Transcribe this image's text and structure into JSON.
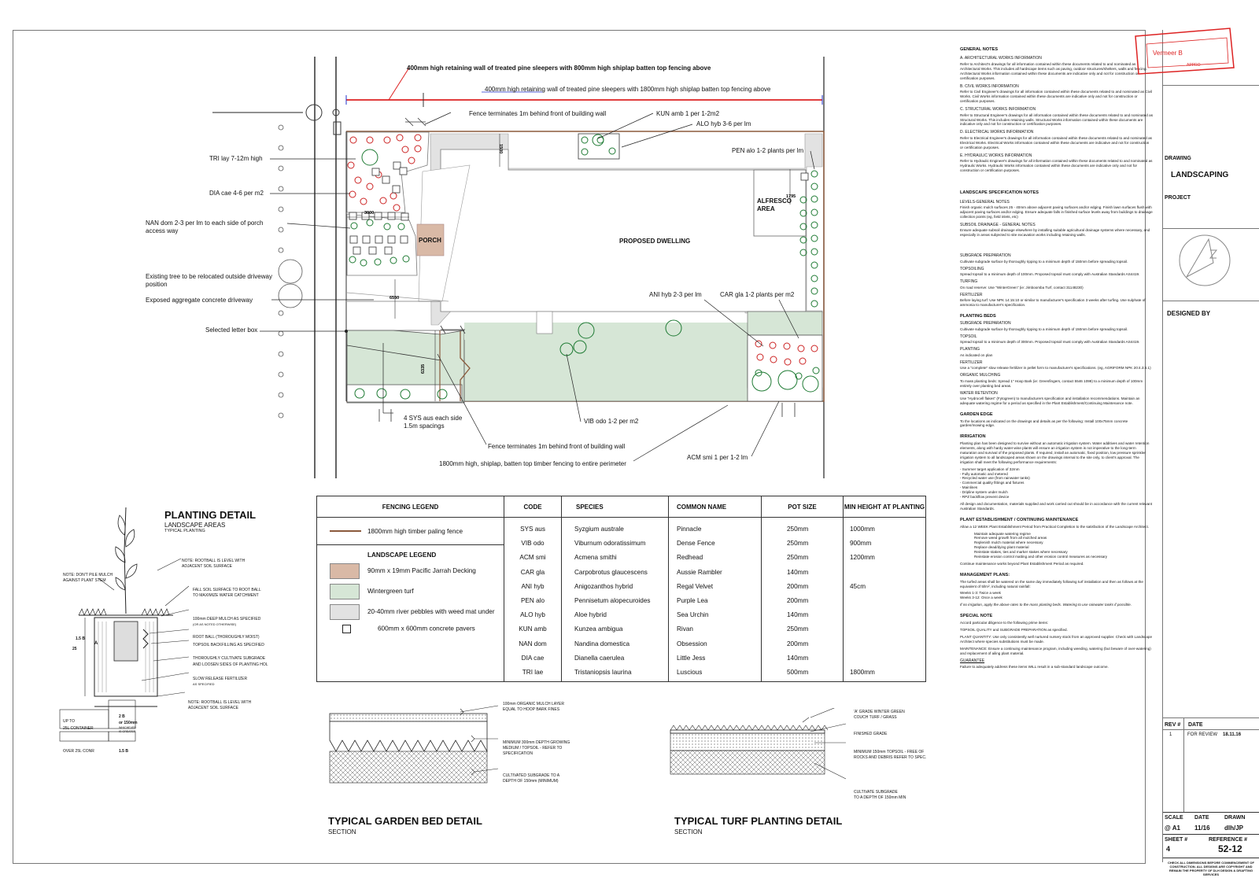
{
  "plan": {
    "top_labels": {
      "retaining_red": "400mm high retaining wall of treated pine sleepers with 800mm high shiplap batten top fencing above",
      "retaining_blue": "400mm high retaining wall of treated pine sleepers with 1800mm high shiplap batten top fencing above",
      "fence_terminates_top": "Fence terminates 1m behind front of building wall",
      "kun": "KUN amb 1 per 1-2m2",
      "alo": "ALO hyb 3-6 per lm",
      "pen": "PEN alo 1-2 plants per lm"
    },
    "left_labels": {
      "tri": "TRI lay 7-12m high",
      "dia": "DIA cae 4-6 per m2",
      "nan_1": "NAN dom 2-3 per lm to each side of porch",
      "nan_2": "access way",
      "tree_1": "Existing tree to be relocated outside driveway",
      "tree_2": "position",
      "driveway": "Exposed aggregate concrete driveway",
      "letterbox": "Selected letter box"
    },
    "inner_labels": {
      "porch": "PORCH",
      "alfresco_1": "ALFRESCO",
      "alfresco_2": "AREA",
      "dwelling": "PROPOSED DWELLING",
      "ani": "ANI hyb 2-3 per lm",
      "car": "CAR gla 1-2 plants per m2",
      "dim_3000": "3000",
      "dim_1500": "1500",
      "dim_1795": "1795",
      "dim_6550": "6550",
      "dim_6335": "6335"
    },
    "bottom_labels": {
      "sys_1": "4 SYS aus each side",
      "sys_2": "1.5m spacings",
      "vib": "VIB odo 1-2 per m2",
      "fence_terminates_bottom": "Fence terminates 1m behind front of building wall",
      "perimeter": "1800mm high, shiplap, batten top timber fencing to entire perimeter",
      "acm": "ACM smi 1 per 1-2 lm"
    }
  },
  "planting_detail": {
    "title": "PLANTING DETAIL",
    "subtitle": "LANDSCAPE AREAS",
    "subtitle2": "TYPICAL PLANTING",
    "notes": [
      "NOTE: ROOTBALL IS LEVEL WITH",
      "ADJACENT SOIL SURFACE",
      "NOTE: DON'T PILE MULCH",
      "AGAINST PLANT STEM",
      "FALL SOIL SURFACE TO ROOT BALL",
      "TO MAXIMIZE WATER CATCHMENT",
      "100mm DEEP MULCH AS SPECIFIED",
      "(OR AS NOTED OTHERWISE)",
      "ROOT BALL (THOROUGHLY MOIST)",
      "TOPSOIL BACKFILLING AS SPECIFIED",
      "THOROUGHLY CULTIVATE SUBGRADE",
      "AND LOOSEN SIDES OF PLANTING HOL",
      "SLOW RELEASE FERTILIZER",
      "AS SPECIFIED",
      "NOTE: ROOTBALL IS LEVEL WITH",
      "ADJACENT SOIL SURFACE"
    ],
    "dims": [
      "1.5 B",
      "25",
      "A",
      "2 B",
      "or 150mm",
      "WHICHEVER",
      "IS GREATER",
      "UP TO",
      "25L CONTAINER",
      "OVER 25L CONR",
      "1.5 B"
    ]
  },
  "legend": {
    "fencing_title": "FENCING LEGEND",
    "fencing_item": "1800mm high timber paling fence",
    "landscape_title": "LANDSCAPE LEGEND",
    "landscape_items": [
      {
        "label": "90mm x 19mm Pacific Jarrah Decking",
        "color": "#d9b9a6"
      },
      {
        "label": "Wintergreen turf",
        "color": "#d6e6d6"
      },
      {
        "label": "20-40mm river pebbles with weed mat under",
        "color": "#e2e2e2"
      },
      {
        "label": "600mm x 600mm concrete pavers",
        "color": "#ffffff"
      }
    ],
    "headers": [
      "CODE",
      "SPECIES",
      "COMMON NAME",
      "POT SIZE",
      "MIN HEIGHT AT PLANTING"
    ],
    "rows": [
      [
        "SYS aus",
        "Syzgium australe",
        "Pinnacle",
        "250mm",
        "1000mm"
      ],
      [
        "VIB odo",
        "Viburnum odoratissimum",
        "Dense Fence",
        "250mm",
        "900mm"
      ],
      [
        "ACM smi",
        "Acmena smithi",
        "Redhead",
        "250mm",
        "1200mm"
      ],
      [
        "CAR gla",
        "Carpobrotus glaucescens",
        "Aussie Rambler",
        "140mm",
        ""
      ],
      [
        "ANI hyb",
        "Anigozanthos hybrid",
        "Regal Velvet",
        "200mm",
        "45cm"
      ],
      [
        "PEN alo",
        "Pennisetum alopecuroides",
        "Purple Lea",
        "200mm",
        ""
      ],
      [
        "ALO hyb",
        "Aloe hybrid",
        "Sea Urchin",
        "140mm",
        ""
      ],
      [
        "KUN amb",
        "Kunzea ambigua",
        "Rivan",
        "250mm",
        ""
      ],
      [
        "NAN dom",
        "Nandina domestica",
        "Obsession",
        "200mm",
        ""
      ],
      [
        "DIA cae",
        "Dianella caerulea",
        "Little Jess",
        "140mm",
        ""
      ],
      [
        "TRI lae",
        "Tristaniopsis laurina",
        "Luscious",
        "500mm",
        "1800mm"
      ]
    ]
  },
  "garden_bed": {
    "title": "TYPICAL GARDEN BED DETAIL",
    "section": "SECTION",
    "notes": [
      "100mm ORGANIC MULCH LAYER",
      "EQUAL TO HOOP BARK FINES",
      "MINIMUM 300mm DEPTH GROWING",
      "MEDIUM / TOPSOIL - REFER TO",
      "SPECIFICATION",
      "CULTIVATED SUBGRADE TO A",
      "DEPTH OF 150mm (MINIMUM)"
    ]
  },
  "turf": {
    "title": "TYPICAL TURF PLANTING DETAIL",
    "section": "SECTION",
    "notes": [
      "'A' GRADE WINTER GREEN",
      "COUCH TURF / GRASS",
      "FINISHED GRADE",
      "MINIMUM 150mm TOPSOIL - FREE OF",
      "ROCKS AND DEBRIS REFER TO SPEC.",
      "CULTIVATE SUBGRADE",
      "TO A DEPTH OF 150mm MIN"
    ]
  },
  "notes": {
    "general_title": "GENERAL NOTES",
    "general": [
      {
        "h": "A. ARCHITECTURAL WORKS INFORMATION",
        "t": "Refer to Architect's drawings for all information contained within these documents related to and nominated as Architectural Works. This includes all hardscape items such as paving, outdoor structures/shelters, walls and fencing. Architectural Works information contained within these documents are indicative only and not for construction or certification purposes."
      },
      {
        "h": "B. CIVIL WORKS INFORMATION",
        "t": "Refer to Civil Engineer's drawings for all information contained within these documents related to and nominated as Civil Works. Civil Works information contained within these documents are indicative only and not for construction or certification purposes."
      },
      {
        "h": "C. STRUCTURAL WORKS INFORMATION",
        "t": "Refer to Structural Engineer's drawings for all information contained within these documents related to and nominated as Structural Works. This includes retaining walls. Structural Works information contained within these documents are indicative only and not for construction or certification purposes."
      },
      {
        "h": "D. ELECTRICAL WORKS INFORMATION",
        "t": "Refer to Electrical Engineer's drawings for all information contained within these documents related to and nominated as Electrical Works. Electrical Works information contained within these documents are indicative and not for construction or certification purposes."
      },
      {
        "h": "E. HYDRAULIC WORKS INFORMATION",
        "t": "Refer to Hydraulic Engineer's drawings for all information contained within these documents related to and nominated as Hydraulic Works. Hydraulic Works information contained within these documents are indicative only and not for construction or certification purposes."
      }
    ],
    "spec_title": "LANDSCAPE SPECIFICATION NOTES",
    "spec": [
      {
        "h": "LEVELS-GENERAL NOTES",
        "t": "Finish organic mulch surfaces 25 - 40mm above adjacent paving surfaces and/or edging. Finish lawn surfaces flush with adjacent paving surfaces and/or edging. Ensure adequate falls in finished surface levels away from buildings to drainage collection points (eg, field inlets, etc)"
      },
      {
        "h": "SUBSOIL DRAINAGE - GENERAL NOTES",
        "t": "Ensure adequate subsoil drainage elsewhere by installing suitable agricultural drainage systems where necessary, and especially in areas subjected to site excavation works including retaining walls."
      }
    ],
    "subgrade_1": "SUBGRADE PREPARATION",
    "subgrade_1_t": "Cultivate subgrade surface by thoroughly ripping to a minimum depth of 150mm before spreading topsoil.",
    "topsoiling": "TOPSOILING",
    "topsoiling_t": "Spread topsoil to a minimum depth of 100mm. Proposed topsoil must comply with Australian Standards AS4419.",
    "turfing": "TURFING",
    "turfing_t": "On road reserve: Use \"WinterGreen\" (ie: Jimboomba Turf, contact 31148230)",
    "fertilizer": "FERTILIZER",
    "fertilizer_t": "Before laying turf: Use NPK 14:15:10 or similar to manufacturer's specification 3 weeks after turfing. Use sulphate of ammonia to manufacturer's specification.",
    "planting_beds": "PLANTING BEDS",
    "beds_subgrade": "SUBGRADE PREPARATION",
    "beds_subgrade_t": "Cultivate subgrade surface by thoroughly ripping to a minimum depth of 150mm before spreading topsoil.",
    "beds_topsoil": "TOPSOIL",
    "beds_topsoil_t": "Spread topsoil to a minimum depth of 300mm. Proposed topsoil must comply with Australian Standards AS4419.",
    "beds_planting": "PLANTING",
    "beds_planting_t": "As indicated on plan",
    "beds_fert": "FERTILIZER",
    "beds_fert_t": "Use a \"complete\" slow release fertilizer in pellet form to manufacturer's specifications. (eg, AGRIFORM NPK 20:4.3:4.1)",
    "beds_mulch": "ORGANIC MULCHING",
    "beds_mulch_t": "To mass planting beds: Spread 1\" Hoop Bark (ie: Greenfingers, contact 5546 1099) to a minimum depth of 100mm entirely over planting bed areas.",
    "beds_water": "WATER RETENTION",
    "beds_water_t": "Use \"Hydrocell flakes\" (Fytogreen) to manufacturers specification and installation recommendations. Maintain an adequate watering regime for a period as specified in the Plant Establishment/Continuing Maintenance note.",
    "edge_title": "GARDEN EDGE",
    "edge_t": "To the locations as indicated on the drawings and details as per the following: Install 100x75mm concrete garden/mowing edge.",
    "irr_title": "IRRIGATION",
    "irr_t": "Planting plan has been designed to survive without an automatic irrigation system. Water additives and water retention elements, along with hardy water-wise plants will ensure an irrigation system is not imperative to the long-term maturation and survival of the proposed plants. If required, install an automatic, fixed position, low pressure sprinkler irrigation system to all landscaped areas shown on the drawings internal to the site only, to client's approval. The irrigation shall meet the following performance requirements:",
    "irr_list": [
      "- Summer target application of 32mm",
      "- Fully automatic and metered",
      "- Recycled water use (from rainwater tanks)",
      "- Commercial quality fittings and fixtures",
      "- Mainlines",
      "- Dripline system under mulch",
      "- RPZ backflow prevent device"
    ],
    "irr_t2": "All design and documentation, materials supplied and work carried out should be in accordance with the current relevant Australian Standards.",
    "est_title": "PLANT ESTABLISHMENT / CONTINUING MAINTENANCE",
    "est_t": "Allow a 12 WEEK Plant Establishment Period from Practical Completion to the satisfaction of the Landscape Architect.",
    "est_list": [
      "Maintain adequate watering regime",
      "Remove weed growth from all mulched areas",
      "Replenish mulch material where necessary",
      "Replace dead/dying plant material",
      "Reinstate stakes, ties and marker stakes where necessary",
      "Reinstate erosion control matting and other erosion control measures as necessary"
    ],
    "est_t2": "Continue maintenance works beyond Plant Establishment Period as required.",
    "mgmt_title": "MANAGEMENT PLANS:",
    "mgmt_t": "The turfed areas shall be watered on the same day immediately following turf installation and then as follows at the equivalent of 5l/m², including natural rainfall:",
    "mgmt_list": [
      "Weeks 1-3: Twice a week",
      "Weeks 3-12: Once a week"
    ],
    "mgmt_t2": "If no irrigation, apply the above rates to the mass planting beds. Watering to use rainwater tanks if possible.",
    "special_title": "SPECIAL NOTE",
    "special_t": "Accord particular diligence to the following prime items:",
    "special_1": "TOPSOIL QUALITY and SUBGRADE PREPARATION as specified.",
    "special_2": "PLANT QUANTITY: Use only consistently well nurtured nursery stock from an approved supplier. Check with Landscape Architect where species substitutions must be made.",
    "special_3": "MAINTENANCE: Ensure a continuing maintenance program, including weeding, watering (but beware of over-watering) and replacement of ailing plant material.",
    "guarantee_title": "GUARANTEE",
    "guarantee_t": "Failure to adequately address these items WILL result in a sub-standard landscape outcome."
  },
  "title_block": {
    "stamp_1": "Vermeer B",
    "stamp_2": "APPRO",
    "drawing_label": "DRAWING",
    "drawing": "LANDSCAPING",
    "project_label": "PROJECT",
    "designed_by": "DESIGNED BY",
    "rev_label": "REV #",
    "date_label": "DATE",
    "rev": "1",
    "rev_desc": "FOR REVIEW",
    "rev_date": "18.11.16",
    "scale_label": "SCALE",
    "date2_label": "DATE",
    "drawn_label": "DRAWN",
    "scale": "@ A1",
    "date": "11/16",
    "drawn": "dlh/JP",
    "sheet_label": "SHEET #",
    "ref_label": "REFERENCE #",
    "sheet": "4",
    "ref": "52-12",
    "disclaimer": "CHECK ALL DIMENSIONS BEFORE COMMENCEMENT OF CONSTRUCTION. ALL DESIGNS ARE COPYRIGHT AND REMAIN THE PROPERTY OF DLH DESIGN & DRAFTING SERVICES"
  },
  "colors": {
    "fence": "#8b5a3c",
    "planting_red": "#cc2222",
    "planting_green": "#1e7a33",
    "turf": "#d6e6d6",
    "pebbles": "#e2e2e2",
    "decking": "#d9b9a6",
    "stamp": "#d22"
  }
}
